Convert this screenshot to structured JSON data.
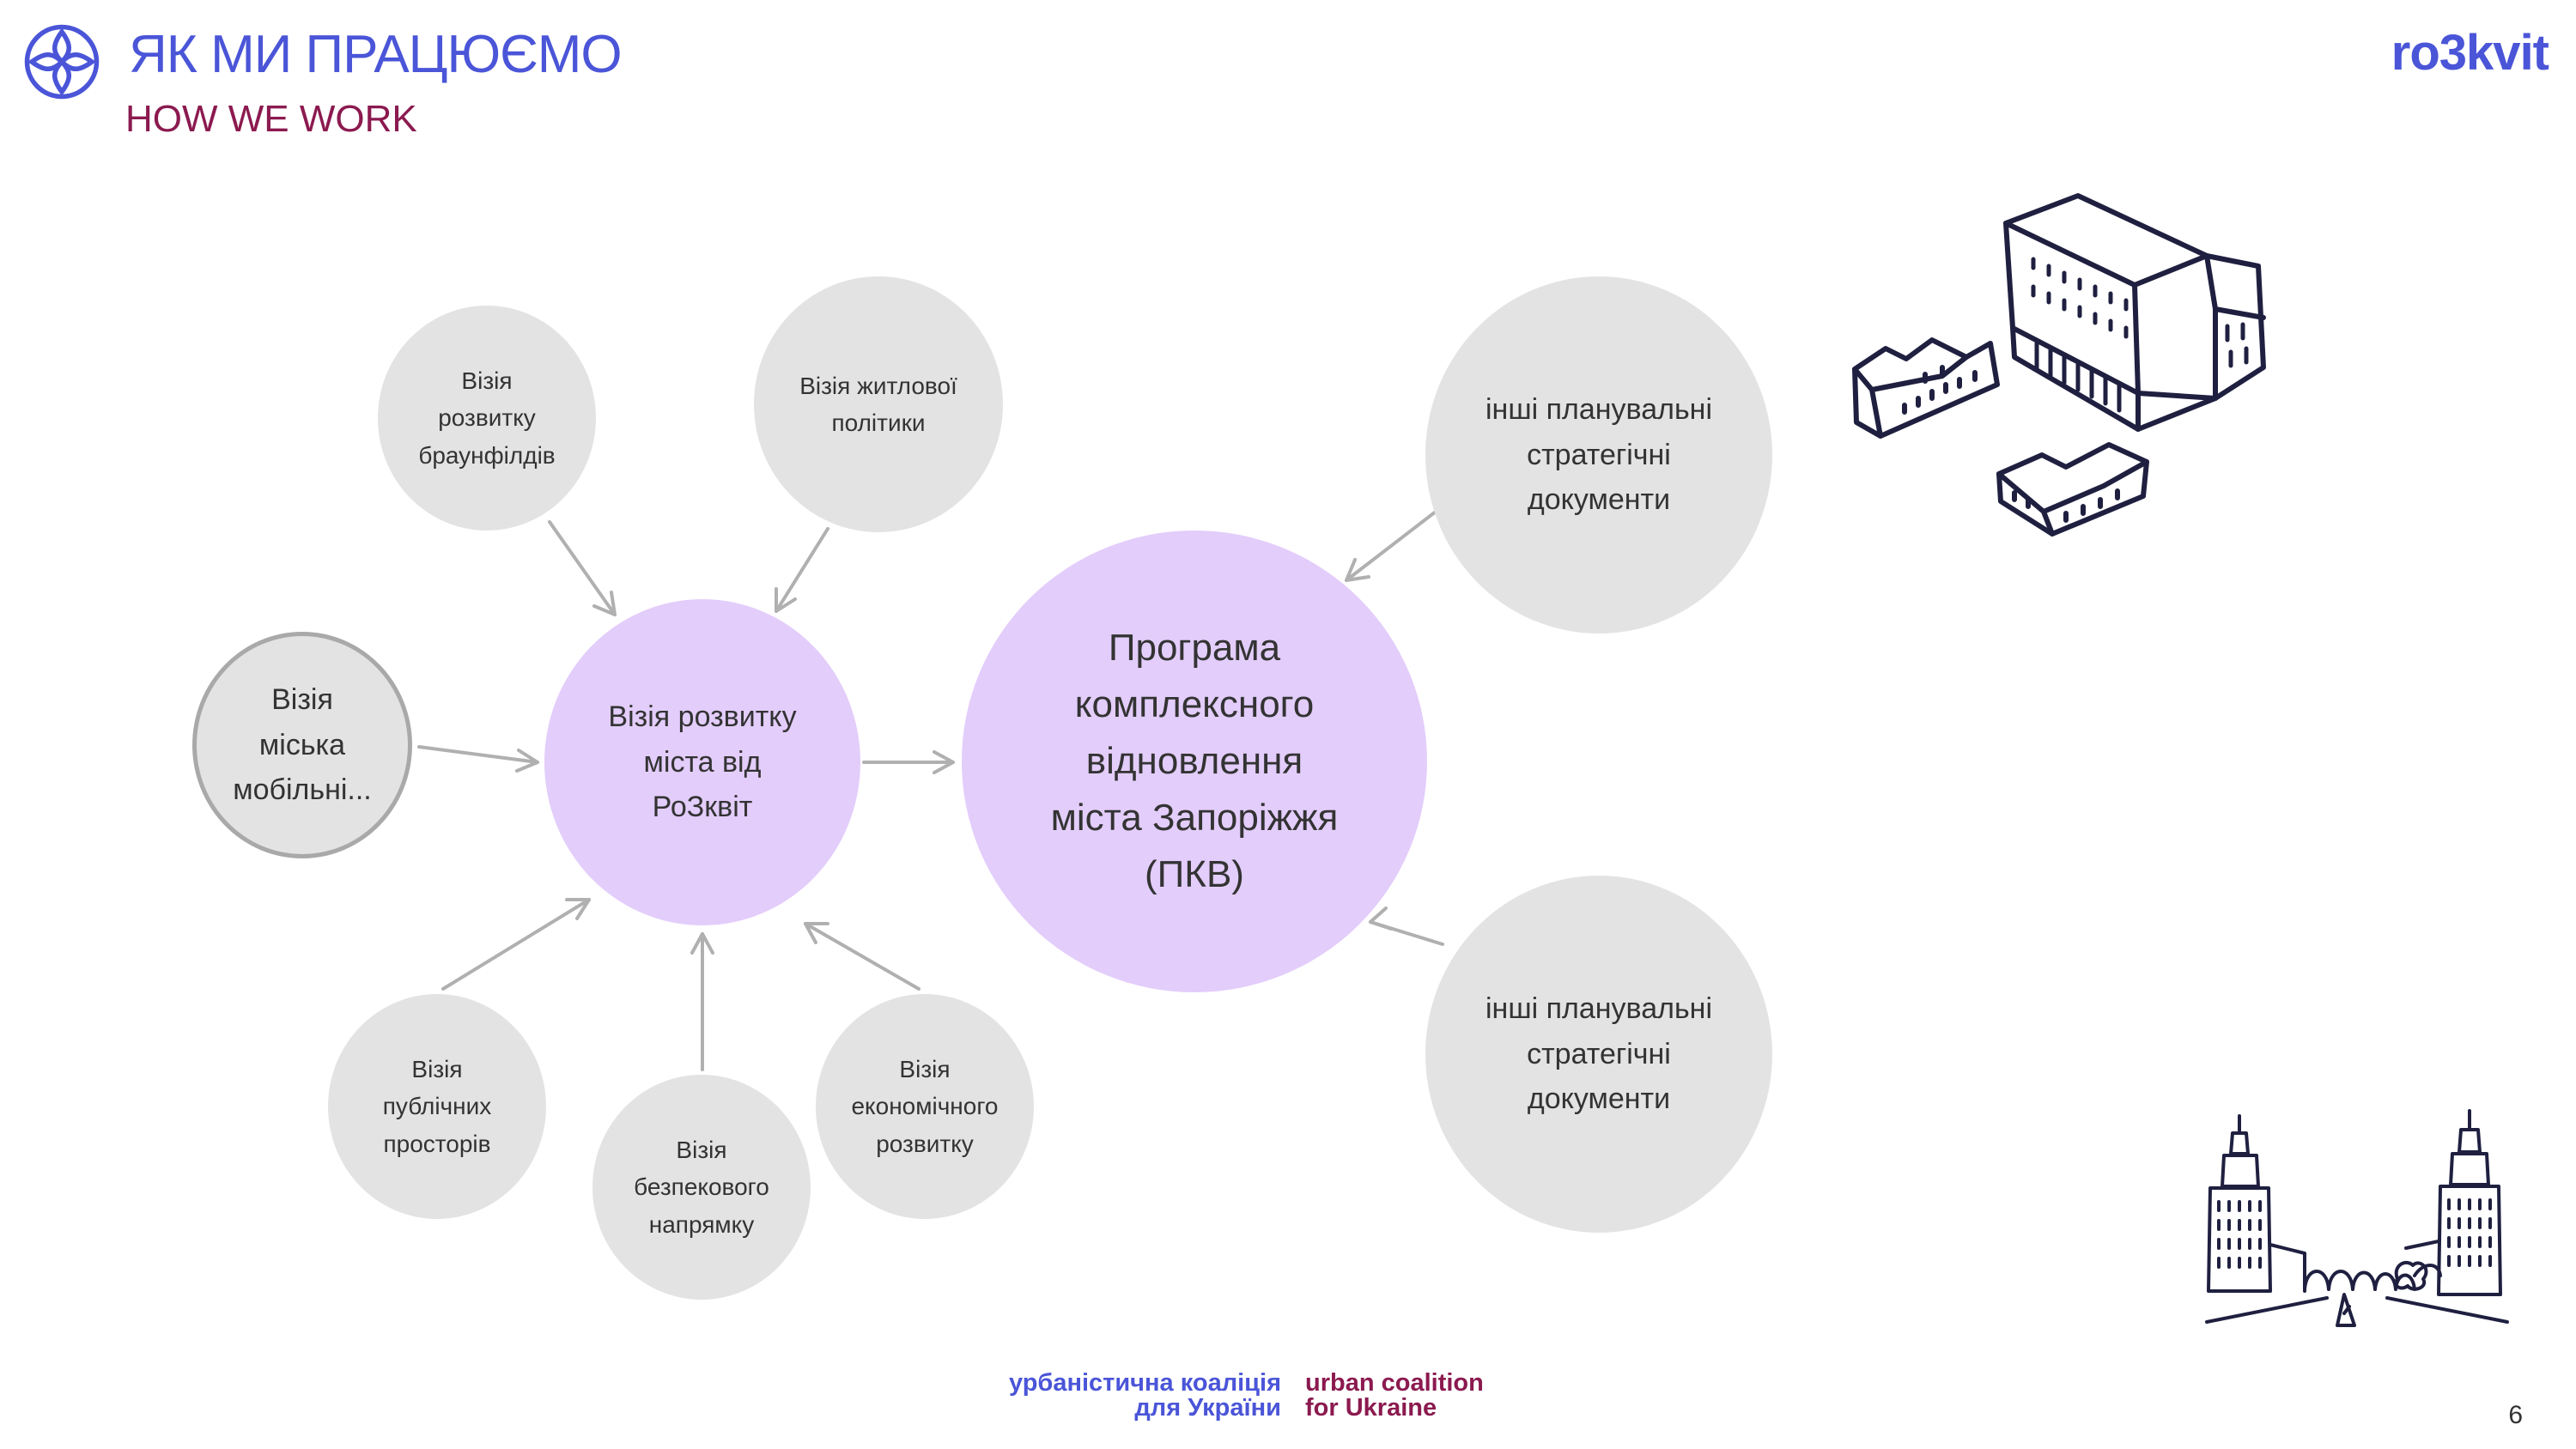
{
  "header": {
    "title": "ЯК МИ ПРАЦЮЄМО",
    "subtitle": "HOW WE WORK",
    "brand": "ro3kvit",
    "logo_icon": "flower-ornament-icon"
  },
  "diagram": {
    "hub": {
      "label": "Візія розвитку\nміста від\nРоЗквіт"
    },
    "target": {
      "label": "Програма\nкомплексного\nвідновлення\nміста Запоріжжя\n(ПКВ)"
    },
    "inputs": [
      {
        "id": "brownfields",
        "label": "Візія\nрозвитку\nбраунфілдів"
      },
      {
        "id": "housing",
        "label": "Візія житлової\nполітики"
      },
      {
        "id": "mobility",
        "label": "Візія\nміська\nмобільні..."
      },
      {
        "id": "public-spaces",
        "label": "Візія\nпублічних\nпросторів"
      },
      {
        "id": "security",
        "label": "Візія\nбезпекового\nнапрямку"
      },
      {
        "id": "economic",
        "label": "Візія\nекономічного\nрозвитку"
      }
    ],
    "other_docs": [
      {
        "id": "other-docs-top",
        "label": "інші планувальні\nстратегічні\nдокументи"
      },
      {
        "id": "other-docs-bottom",
        "label": "інші планувальні\nстратегічні\nдокументи"
      }
    ],
    "colors": {
      "grey": "#e3e3e3",
      "purple": "#e3cdfb",
      "arrow": "#b0b0b0",
      "ink": "#1f2040"
    }
  },
  "illustrations": {
    "top": "buildings-sketch-icon",
    "bottom": "city-towers-sketch-icon"
  },
  "footer": {
    "coalition_uk": "урбаністична коаліція\nдля України",
    "coalition_en": "urban coalition\nfor Ukraine",
    "page_number": "6"
  }
}
